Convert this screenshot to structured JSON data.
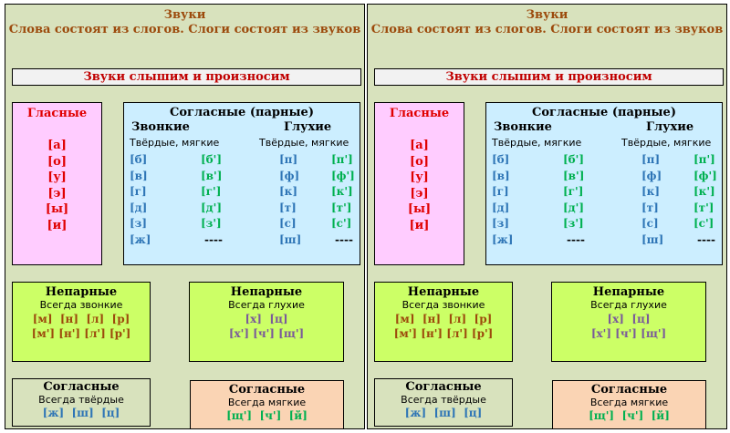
{
  "header": {
    "title": "Звуки",
    "subtitle": "Слова состоят из слогов. Слоги состоят из звуков"
  },
  "banner": "Звуки слышим и произносим",
  "vowels": {
    "title": "Гласные",
    "items": [
      "[а]",
      "[о]",
      "[у]",
      "[э]",
      "[ы]",
      "[и]"
    ]
  },
  "paired": {
    "title": "Согласные (парные)",
    "voiced": "Звонкие",
    "voiceless": "Глухие",
    "sub": "Твёрдые, мягкие",
    "rows": [
      [
        "[б]",
        "[б']",
        "[п]",
        "[п']"
      ],
      [
        "[в]",
        "[в']",
        "[ф]",
        "[ф']"
      ],
      [
        "[г]",
        "[г']",
        "[к]",
        "[к']"
      ],
      [
        "[д]",
        "[д']",
        "[т]",
        "[т']"
      ],
      [
        "[з]",
        "[з']",
        "[с]",
        "[с']"
      ],
      [
        "[ж]",
        "----",
        "[ш]",
        "----"
      ]
    ]
  },
  "unpaired_voiced": {
    "title": "Непарные",
    "sub": "Всегда звонкие",
    "line1": "[м]  [н]  [л]  [р]",
    "line2": "[м'] [н'] [л'] [р']"
  },
  "unpaired_voiceless": {
    "title": "Непарные",
    "sub": "Всегда глухие",
    "line1": "[х]  [ц]",
    "line2": "[х'] [ч'] [щ']"
  },
  "hard": {
    "title": "Согласные",
    "sub": "Всегда твёрдые",
    "line": "[ж]  [ш]  [ц]"
  },
  "soft": {
    "title": "Согласные",
    "sub": "Всегда мягкие",
    "line": "[щ']  [ч']  [й]"
  }
}
